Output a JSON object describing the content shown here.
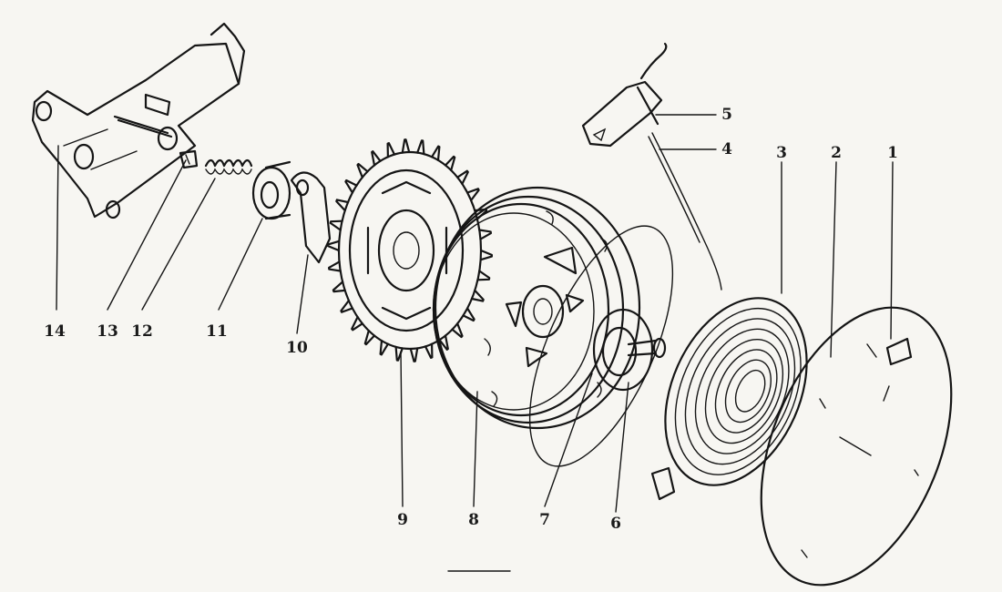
{
  "diagram": {
    "labels": {
      "p1": "1",
      "p2": "2",
      "p3": "3",
      "p4": "4",
      "p5": "5",
      "p6": "6",
      "p7": "7",
      "p8": "8",
      "p9": "9",
      "p10": "10",
      "p11": "11",
      "p12": "12",
      "p13": "13",
      "p14": "14"
    }
  }
}
